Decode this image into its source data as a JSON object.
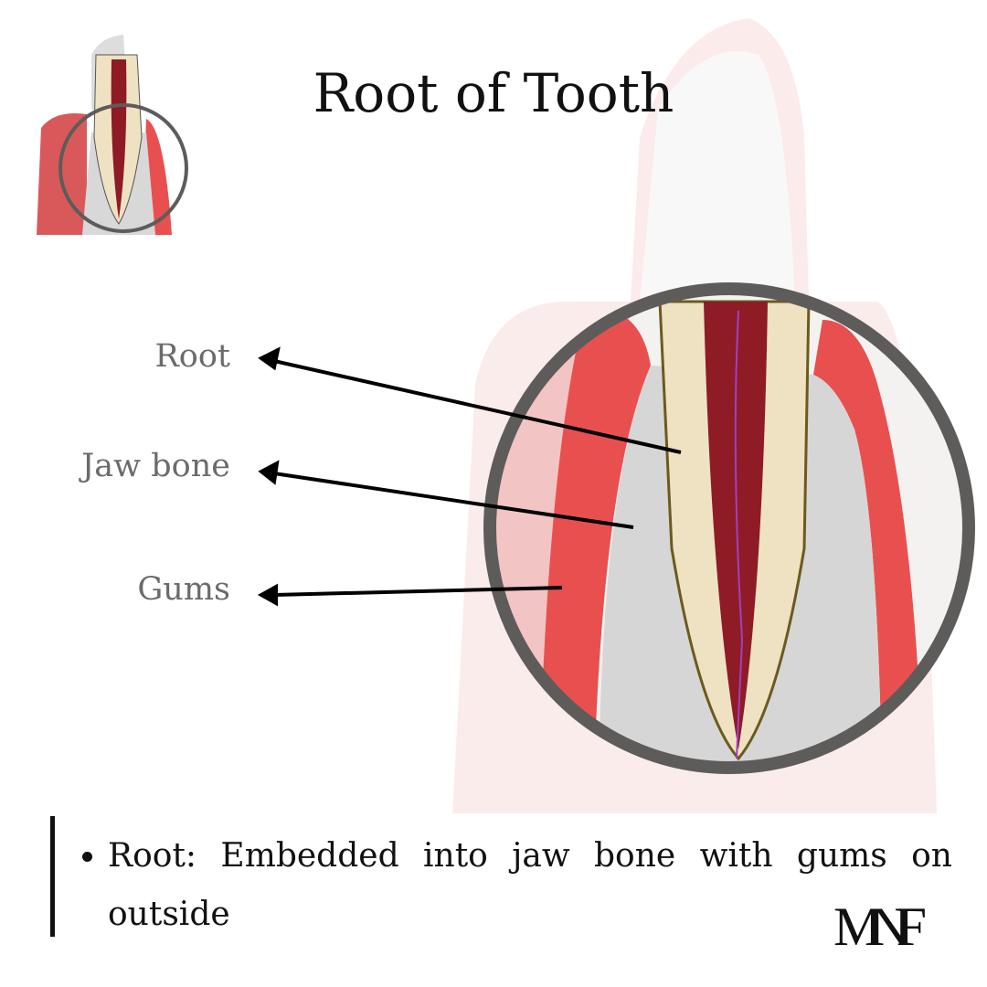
{
  "title": "Root of Tooth",
  "labels": {
    "root": "Root",
    "jaw_bone": "Jaw bone",
    "gums": "Gums"
  },
  "note": {
    "text": "Root: Embedded into jaw bone with gums on outside"
  },
  "logo": "MNF",
  "colors": {
    "ring": "#5e5c5a",
    "gum": "#e8504f",
    "root": "#efe2c2",
    "pulp": "#8e1b26",
    "bone": "#d9d9d9"
  }
}
